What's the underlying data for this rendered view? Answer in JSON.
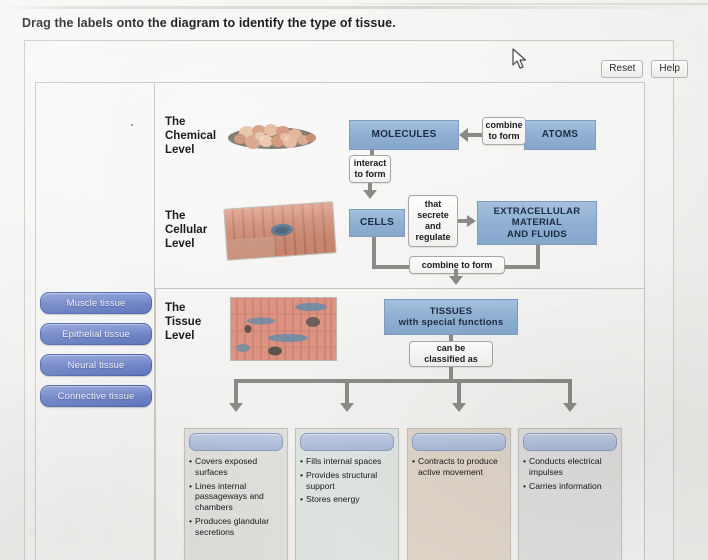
{
  "instruction": "Drag the labels onto the diagram to identify the type of tissue.",
  "toolbar": {
    "reset_label": "Reset",
    "help_label": "Help"
  },
  "label_bank": {
    "items": [
      {
        "label": "Muscle tissue"
      },
      {
        "label": "Epithelial tissue"
      },
      {
        "label": "Neural tissue"
      },
      {
        "label": "Connective tissue"
      }
    ]
  },
  "diagram": {
    "levels": [
      {
        "name": "chemical",
        "title": "The\nChemical\nLevel",
        "title_lines": [
          "The",
          "Chemical",
          "Level"
        ]
      },
      {
        "name": "cellular",
        "title_lines": [
          "The",
          "Cellular",
          "Level"
        ]
      },
      {
        "name": "tissue",
        "title_lines": [
          "The",
          "Tissue",
          "Level"
        ]
      }
    ],
    "chemical_level_title_l1": "The",
    "chemical_level_title_l2": "Chemical",
    "chemical_level_title_l3": "Level",
    "cellular_level_title_l1": "The",
    "cellular_level_title_l2": "Cellular",
    "cellular_level_title_l3": "Level",
    "tissue_level_title_l1": "The",
    "tissue_level_title_l2": "Tissue",
    "tissue_level_title_l3": "Level",
    "boxes": {
      "molecules": "MOLECULES",
      "atoms": "ATOMS",
      "cells": "CELLS",
      "extracellular": "EXTRACELLULAR\nMATERIAL\nAND FLUIDS",
      "extracellular_l1": "EXTRACELLULAR",
      "extracellular_l2": "MATERIAL",
      "extracellular_l3": "AND FLUIDS",
      "tissues_l1": "TISSUES",
      "tissues_l2": "with special functions"
    },
    "connectors": {
      "combine_to_form_l1": "combine",
      "combine_to_form_l2": "to form",
      "interact_to_form_l1": "interact",
      "interact_to_form_l2": "to form",
      "that_secrete_l1": "that",
      "that_secrete_l2": "secrete",
      "that_secrete_l3": "and",
      "that_secrete_l4": "regulate",
      "combine_to_form_wide": "combine to form",
      "can_be_l1": "can be",
      "can_be_l2": "classified as"
    }
  },
  "result_cards": [
    {
      "name": "epithelial",
      "dropzone_value": "",
      "tint": "#e0dfdc",
      "bullets": [
        "Covers exposed surfaces",
        "Lines internal passageways and chambers",
        "Produces glandular secretions"
      ]
    },
    {
      "name": "connective",
      "dropzone_value": "",
      "tint": "#dde3de",
      "bullets": [
        "Fills internal spaces",
        "Provides structural support",
        "Stores energy"
      ]
    },
    {
      "name": "muscle",
      "dropzone_value": "",
      "tint": "#ded3c7",
      "bullets": [
        "Contracts to produce active movement"
      ]
    },
    {
      "name": "neural",
      "dropzone_value": "",
      "tint": "#dedddb",
      "bullets": [
        "Conducts electrical impulses",
        "Carries information"
      ]
    }
  ],
  "colors": {
    "box_blue": "#8fb0d2",
    "label_blue": "#6b81c4",
    "connector_gray": "#8a8a86",
    "dropzone_blue": "#aab8d6"
  },
  "bullet_glyph": "•"
}
